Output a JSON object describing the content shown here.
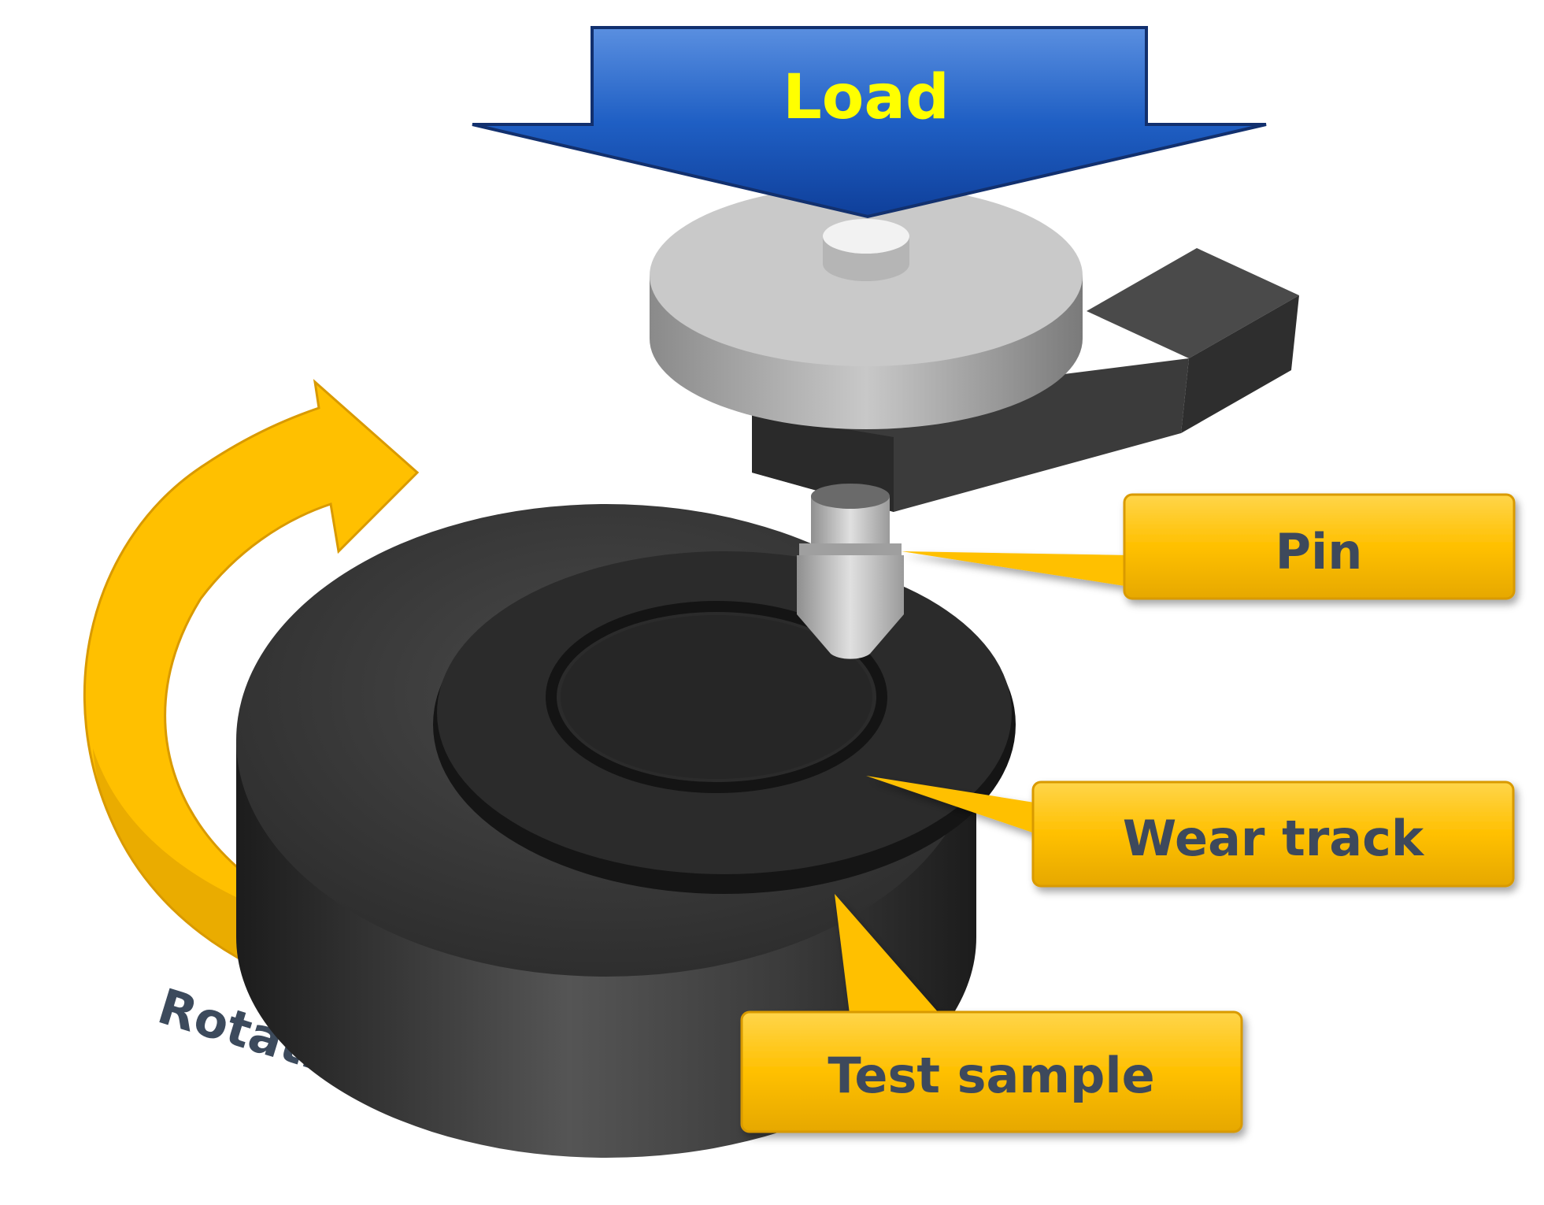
{
  "labels": {
    "load": "Load",
    "pin": "Pin",
    "wear_track": "Wear track",
    "test_sample": "Test sample",
    "rotation": "Rotation"
  },
  "colors": {
    "load_arrow_fill": "#1f5fc4",
    "load_arrow_stroke": "#12306e",
    "load_text": "#ffff00",
    "callout_fill": "#ffc000",
    "callout_text": "#3c4a5c",
    "rotation_arrow": "#ffc000",
    "disk_dark": "#2a2a2a",
    "holder_gray": "#b0b0b0"
  },
  "icons": {
    "load_arrow": "down-arrow-icon",
    "rotation_arrow": "curved-arrow-icon"
  }
}
